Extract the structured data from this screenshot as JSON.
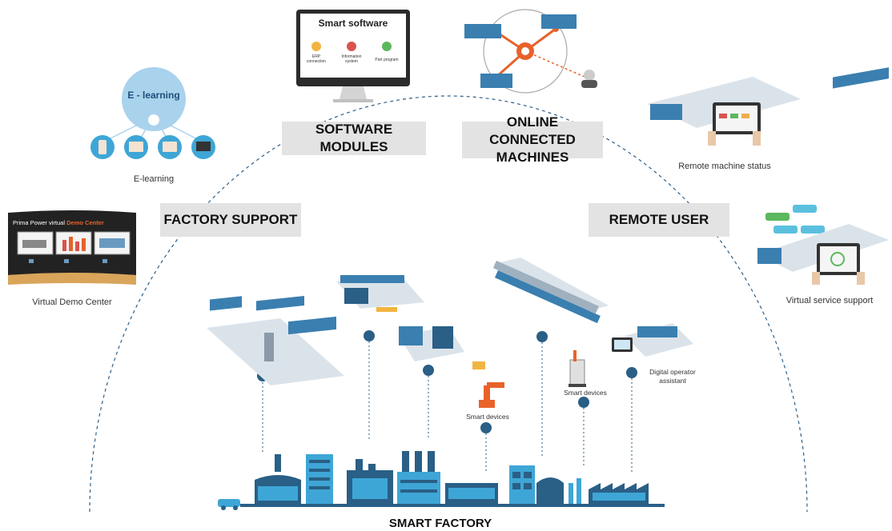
{
  "sections": {
    "software_modules": "SOFTWARE MODULES",
    "online_connected_machines": "ONLINE CONNECTED\nMACHINES",
    "factory_support": "FACTORY SUPPORT",
    "remote_user": "REMOTE USER"
  },
  "captions": {
    "elearning": "E-learning",
    "virtual_demo_center": "Virtual Demo Center",
    "remote_machine_status": "Remote machine status",
    "virtual_service_support": "Virtual service support",
    "smart_devices_robot": "Smart devices",
    "smart_devices_agv": "Smart devices",
    "digital_operator_assistant": "Digital operator\nassistant"
  },
  "bottom_title": "SMART FACTORY",
  "elearning_bubble": "E - learning",
  "monitor": {
    "title": "Smart software",
    "items": [
      "ERP\nconnection",
      "Information\nsystem",
      "Part program"
    ]
  },
  "demo_center": {
    "title_prefix": "Prima Power virtual ",
    "title_accent": "Demo Center"
  },
  "colors": {
    "accent_blue": "#2a5f86",
    "light_blue": "#3ea6d6",
    "orange": "#e8622a",
    "label_bg": "#e3e3e3"
  }
}
